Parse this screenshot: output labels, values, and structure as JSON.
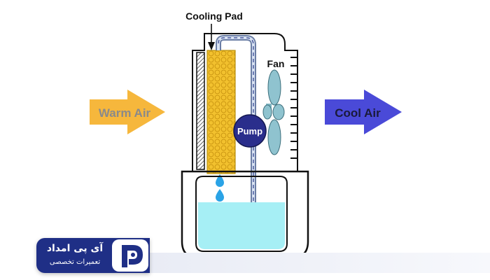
{
  "labels": {
    "cooling_pad": "Cooling Pad",
    "fan": "Fan",
    "pump": "Pump",
    "warm_air": "Warm Air",
    "cool_air": "Cool Air"
  },
  "brand": {
    "name": "آی پی امداد",
    "tagline": "تعمیرات تخصصی"
  },
  "colors": {
    "warm_arrow": "#f6b73c",
    "warm_text": "#8a8a8a",
    "cool_arrow": "#4a4ad8",
    "cool_text": "#1a1a3a",
    "pad_fill": "#f2c12e",
    "pump_fill": "#2a2e8c",
    "fan_blade": "#8fc3cf",
    "water": "#a6eff5",
    "badge_bg": "#1f2f86"
  },
  "icons": {
    "brand_logo": "ip-emdad-logo-icon"
  }
}
